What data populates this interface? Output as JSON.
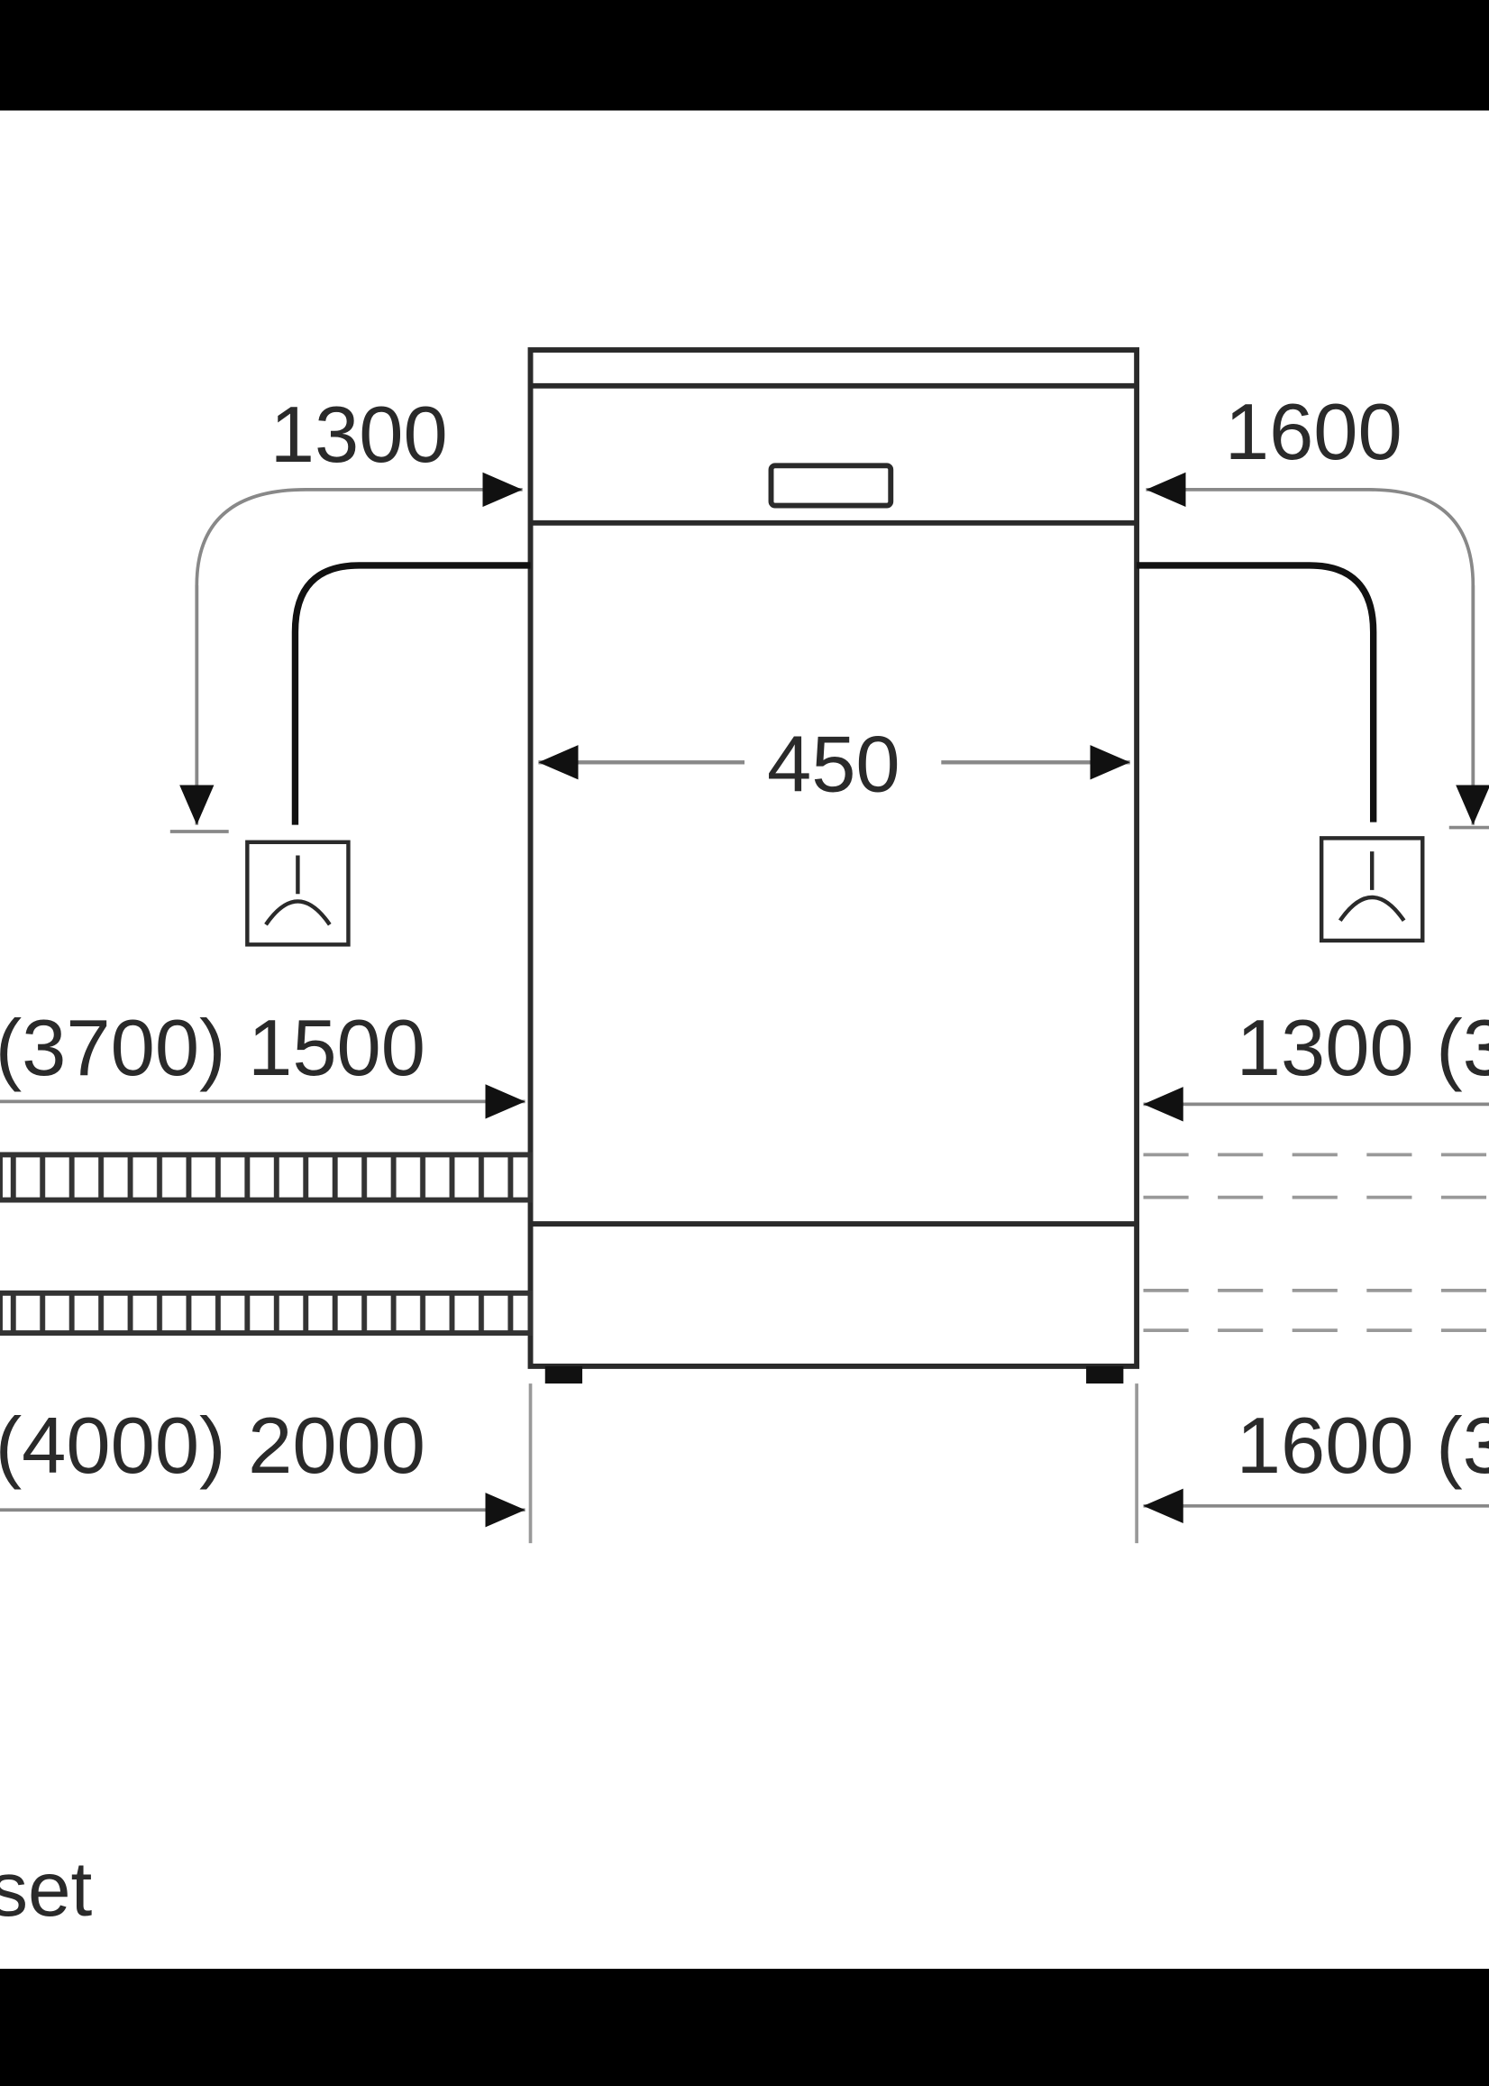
{
  "diagram": {
    "width_label": "450",
    "left": {
      "hose_top_label": "1300",
      "inlet_label": "(3700) 1500",
      "drain_label": "(4000) 2000"
    },
    "right": {
      "hose_top_label": "1600",
      "inlet_label": "1300 (3",
      "drain_label": "1600 (3"
    },
    "caption_fragment": "set"
  },
  "colors": {
    "frame": "#000000",
    "background": "#ffffff",
    "line": "#2a2a2a",
    "thin_line": "#9a9a9a"
  }
}
